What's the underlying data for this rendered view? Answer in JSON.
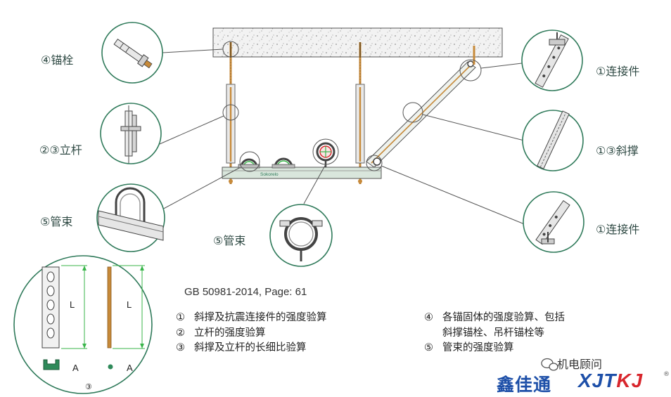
{
  "callouts": {
    "anchor_bolt": "④锚栓",
    "upright": "②③立杆",
    "pipe_clamp_left": "⑤管束",
    "pipe_clamp_center": "⑤管束",
    "connector_top": "①连接件",
    "brace": "①③斜撑",
    "connector_bottom": "①连接件"
  },
  "reference": "GB 50981-2014, Page: 61",
  "legend_left": [
    {
      "num": "①",
      "text": "斜撑及抗震连接件的强度验算"
    },
    {
      "num": "②",
      "text": "立杆的强度验算"
    },
    {
      "num": "③",
      "text": "斜撑及立杆的长细比验算"
    }
  ],
  "legend_right": [
    {
      "num": "④",
      "text": "各锚固体的强度验算、包括"
    },
    {
      "num": "",
      "text": "斜撑锚栓、吊杆锚栓等"
    },
    {
      "num": "⑤",
      "text": "管束的强度验算"
    }
  ],
  "detail": {
    "length_label_1": "L",
    "length_label_2": "L",
    "section_label_1": "A",
    "section_label_2": "A",
    "circle_number": "③"
  },
  "channel_marking": "Sokorelo",
  "watermark": "机电顾问",
  "brand": {
    "cn": "鑫佳通",
    "en_a": "XJT",
    "en_b": "KJ",
    "reg": "®"
  },
  "colors": {
    "accent_green": "#2f7a5a",
    "dim_green": "#39b54a",
    "steel": "#8a8f94",
    "rod": "#c78a3a",
    "brand_blue": "#1d4fa8",
    "brand_red": "#d8262d"
  }
}
